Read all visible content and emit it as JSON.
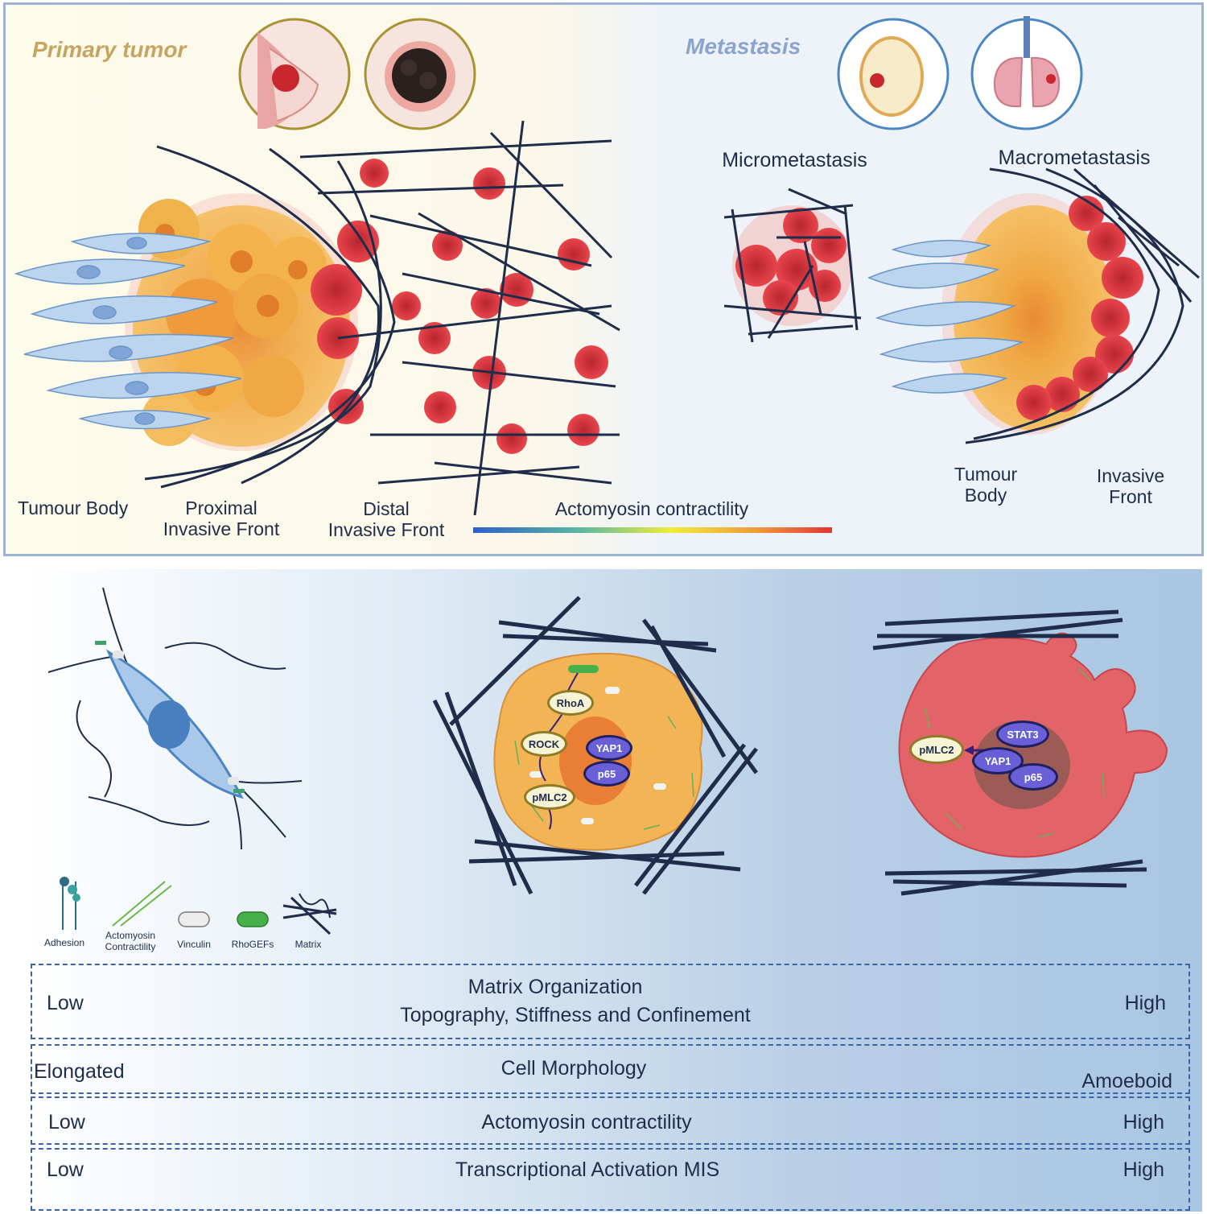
{
  "top": {
    "primary_title": "Primary tumor",
    "metastasis_title": "Metastasis",
    "micrometastasis": "Micrometastasis",
    "macrometastasis": "Macrometastasis",
    "tumour_body": "Tumour Body",
    "proximal_1": "Proximal",
    "proximal_2": "Invasive Front",
    "distal_1": "Distal",
    "distal_2": "Invasive Front",
    "actomyosin": "Actomyosin contractility",
    "met_tumour_1": "Tumour",
    "met_tumour_2": "Body",
    "met_invasive_1": "Invasive",
    "met_invasive_2": "Front"
  },
  "molecules": {
    "rhoa": "RhoA",
    "rock": "ROCK",
    "yap1": "YAP1",
    "p65": "p65",
    "pmlc2": "pMLC2",
    "stat3": "STAT3"
  },
  "legend": {
    "adhesion": "Adhesion",
    "actomyosin_1": "Actomyosin",
    "actomyosin_2": "Contractility",
    "vinculin": "Vinculin",
    "rhogefs": "RhoGEFs",
    "matrix": "Matrix"
  },
  "rows": [
    {
      "left": "Low",
      "center_1": "Matrix Organization",
      "center_2": "Topography, Stiffness and Confinement",
      "right": "High"
    },
    {
      "left": "Elongated",
      "center_1": "Cell Morphology",
      "right": "Amoeboid"
    },
    {
      "left": "Low",
      "center_1": "Actomyosin contractility",
      "right": "High"
    },
    {
      "left": "Low",
      "center_1": "Transcriptional Activation MIS",
      "right": "High"
    }
  ],
  "colors": {
    "border": "#9db3d6",
    "matrix_fiber": "#1f2d4a",
    "tumour_cell": "#f0b24a",
    "invasive_cell": "#d9323f",
    "fibroblast": "#bcd5ee",
    "molecule_purple": "#6a5fd6",
    "dashed_border": "#3b64a8"
  }
}
